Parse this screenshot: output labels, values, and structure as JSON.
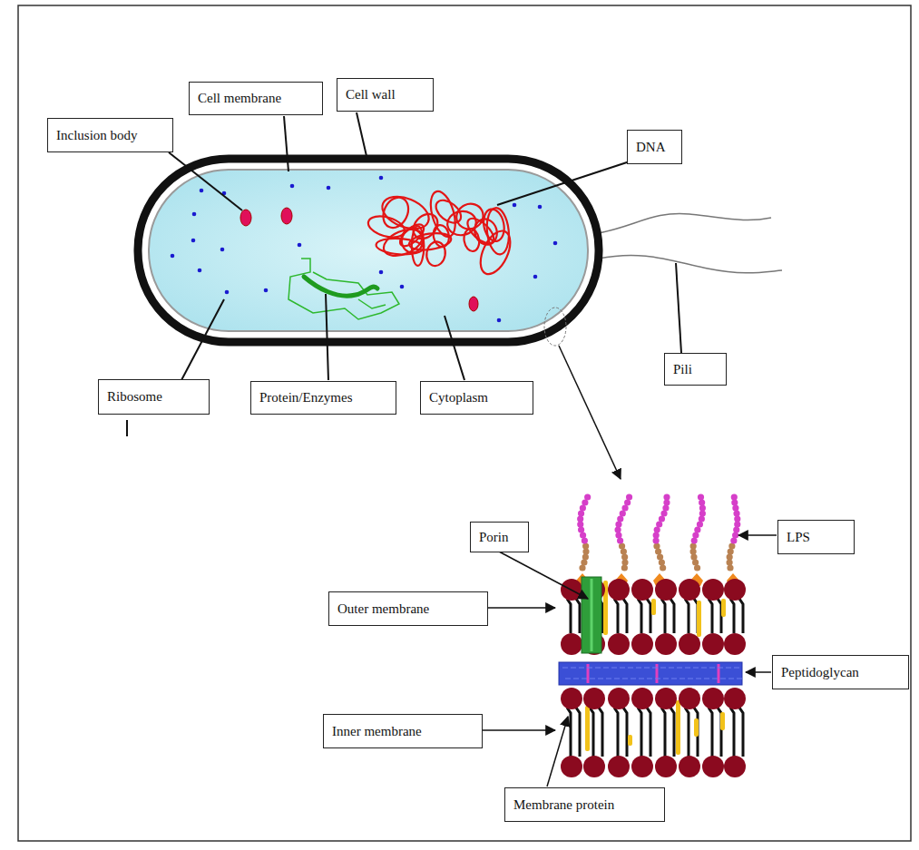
{
  "diagram": {
    "nodes": [
      {
        "text": [
          "Cell membrane"
        ]
      },
      {
        "text": [
          "Cell wall"
        ]
      },
      {
        "text": [
          "Inclusion body"
        ]
      },
      {
        "text": [
          "DNA"
        ]
      },
      {
        "text": [
          "Ribosome"
        ]
      },
      {
        "text": [
          "Protein/Enzymes"
        ]
      },
      {
        "text": [
          "Cytoplasm"
        ]
      },
      {
        "text": [
          "Pili"
        ]
      },
      {
        "text": [
          "Porin"
        ]
      },
      {
        "text": [
          "LPS"
        ]
      },
      {
        "text": [
          "Outer membrane"
        ]
      },
      {
        "text": [
          "Peptidoglycan"
        ]
      },
      {
        "text": [
          "Inner membrane"
        ]
      },
      {
        "text": [
          "Membrane protein"
        ]
      }
    ]
  }
}
